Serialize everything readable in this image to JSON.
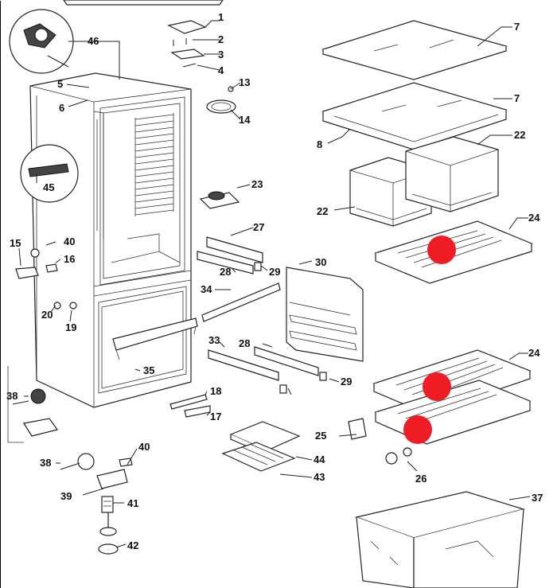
{
  "labels": {
    "p1": "1",
    "p2": "2",
    "p3": "3",
    "p4": "4",
    "p5": "5",
    "p6": "6",
    "p7a": "7",
    "p7b": "7",
    "p8": "8",
    "p13": "13",
    "p14": "14",
    "p15": "15",
    "p16": "16",
    "p17": "17",
    "p18": "18",
    "p19": "19",
    "p20": "20",
    "p22a": "22",
    "p22b": "22",
    "p23": "23",
    "p24a": "24",
    "p24b": "24",
    "p25": "25",
    "p26": "26",
    "p27": "27",
    "p28a": "28",
    "p28b": "28",
    "p29a": "29",
    "p29b": "29",
    "p30": "30",
    "p33": "33",
    "p34": "34",
    "p35": "35",
    "p37": "37",
    "p38a": "38",
    "p38b": "38",
    "p39": "39",
    "p40a": "40",
    "p40b": "40",
    "p41": "41",
    "p42": "42",
    "p43": "43",
    "p44": "44",
    "p45": "45",
    "p46": "46"
  },
  "markers": {
    "color": "#ee1c25",
    "items": [
      "crisper-tray-upper",
      "crisper-tray-middle",
      "crisper-tray-lower"
    ]
  }
}
